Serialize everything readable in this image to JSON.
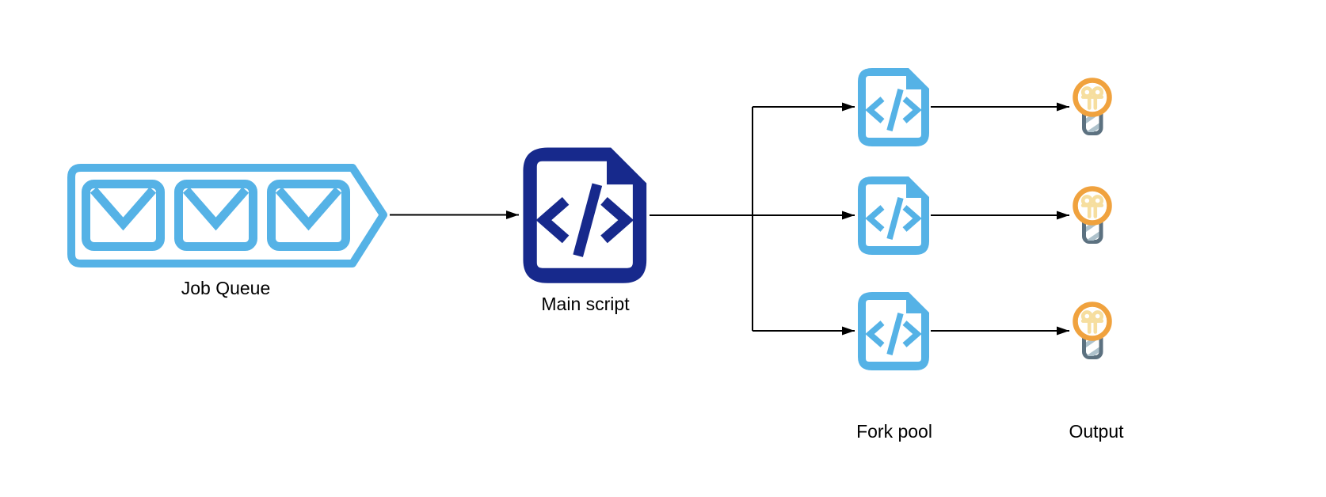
{
  "diagram": {
    "type": "flow-diagram",
    "background": "#FFFFFF",
    "nodes": [
      {
        "id": "job_queue",
        "label": "Job Queue",
        "icon": "mail-envelope-icon",
        "shape": "chevron-queue-container",
        "item_count": 3,
        "color": "#55B2E6"
      },
      {
        "id": "main_script",
        "label": "Main script",
        "icon": "code-file-icon",
        "shape": "code-file",
        "item_count": 1,
        "color": "#17298C"
      },
      {
        "id": "fork_pool",
        "label": "Fork pool",
        "icon": "code-file-icon",
        "shape": "code-file",
        "item_count": 3,
        "color": "#55B2E6"
      },
      {
        "id": "output",
        "label": "Output",
        "icon": "lightbulb-icon",
        "shape": "lightbulb",
        "item_count": 3,
        "color": "#F0A23E"
      }
    ],
    "edges": [
      {
        "from": "job_queue",
        "to": "main_script",
        "style": "arrow"
      },
      {
        "from": "main_script",
        "to": "fork_pool",
        "style": "arrow",
        "fanout": 3
      },
      {
        "from": "fork_pool",
        "to": "output",
        "style": "arrow",
        "parallel": 3
      }
    ],
    "colors": {
      "light_blue": "#55B2E6",
      "navy": "#17298C",
      "arrow": "#000000",
      "label": "#000000",
      "bulb_orange": "#F0A23E",
      "bulb_filament": "#F6DE9F",
      "bulb_base": "#5C7180",
      "bulb_stripe": "#AEC2CC",
      "bg": "#FFFFFF"
    }
  }
}
